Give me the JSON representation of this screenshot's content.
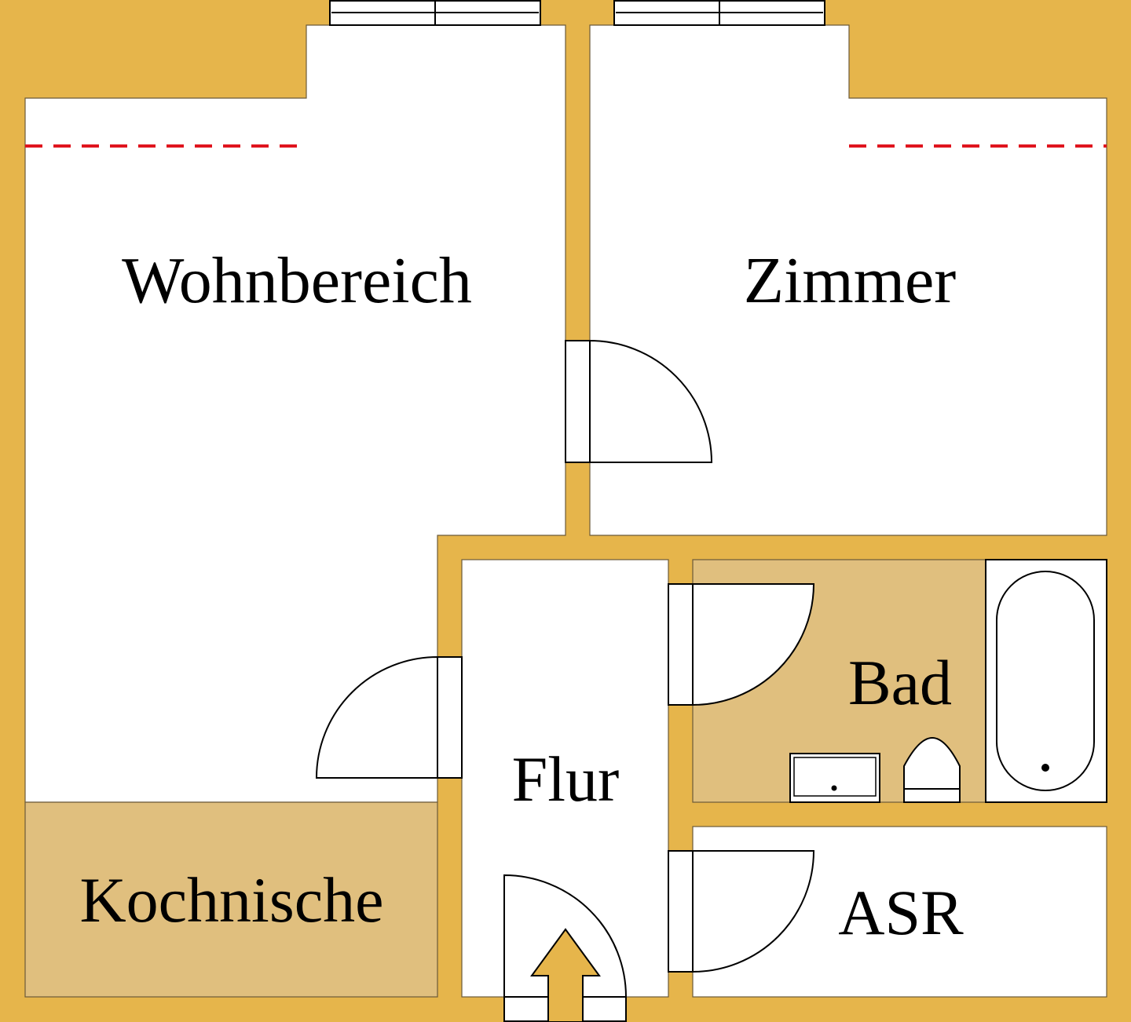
{
  "plan": {
    "rooms": {
      "living": "Wohnbereich",
      "room": "Zimmer",
      "bath": "Bad",
      "hall": "Flur",
      "kitchen": "Kochnische",
      "storage": "ASR"
    },
    "colors": {
      "wall": "#E6B54B",
      "tan_floor": "#E0BF7E",
      "floor": "#FFFFFF",
      "dashed_line": "#E0141E"
    }
  }
}
